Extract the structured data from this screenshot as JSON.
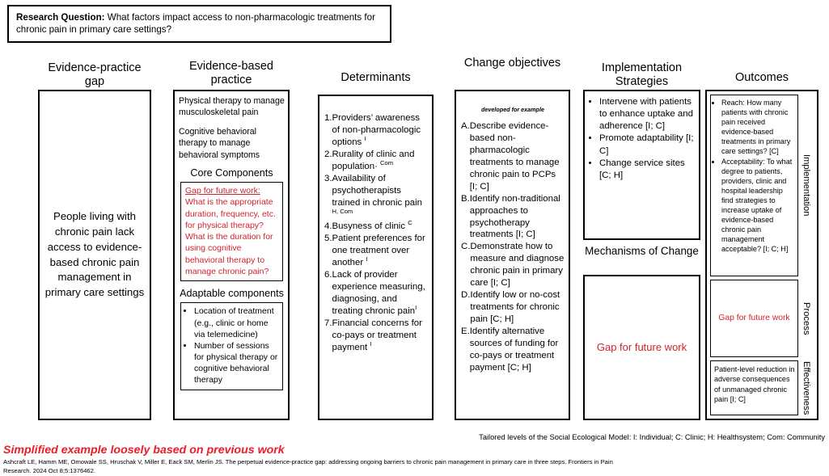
{
  "research_question": {
    "label": "Research Question:",
    "text": " What factors impact access to non-pharmacologic treatments for chronic pain in primary care settings?"
  },
  "columns": {
    "evidence_practice_gap": {
      "heading": "Evidence-practice gap",
      "statement": "People living with chronic pain lack access to evidence-based chronic pain management in primary care settings"
    },
    "evidence_based_practice": {
      "heading": "Evidence-based practice",
      "practices": [
        "Physical therapy to manage musculoskeletal pain",
        "Cognitive behavioral therapy to manage behavioral symptoms"
      ],
      "core_components_heading": "Core Components",
      "core_components_gap_label": "Gap for future work:",
      "core_components_gap_text": "What is the appropriate duration, frequency, etc. for physical therapy? What is the duration for using cognitive behavioral therapy to manage chronic pain?",
      "adaptable_heading": "Adaptable components",
      "adaptable_items": [
        "Location of treatment (e.g., clinic or home via telemedicine)",
        "Number of sessions for physical therapy or cognitive behavioral therapy"
      ]
    },
    "determinants": {
      "heading": "Determinants",
      "items": [
        {
          "n": "1.",
          "text": "Providers’ awareness of non-pharmacologic options ",
          "sup": "I"
        },
        {
          "n": "2.",
          "text": "Rurality of clinic and population· ",
          "sup": "Com"
        },
        {
          "n": "3.",
          "text": "Availability of psychotherapists trained in chronic pain ",
          "sup": "H, Com"
        },
        {
          "n": "4.",
          "text": "Busyness of clinic ",
          "sup": "C"
        },
        {
          "n": "5.",
          "text": "Patient preferences for one treatment over another ",
          "sup": "I"
        },
        {
          "n": "6.",
          "text": "Lack of provider experience measuring, diagnosing, and treating chronic pain",
          "sup": "I"
        },
        {
          "n": "7.",
          "text": "Financial concerns for co-pays or treatment payment ",
          "sup": "I"
        }
      ]
    },
    "change_objectives": {
      "heading": "Change objectives",
      "note": "developed for example",
      "items": [
        {
          "n": "A.",
          "text": "Describe evidence-based non-pharmacologic treatments to manage chronic pain to PCPs [I; C]"
        },
        {
          "n": "B.",
          "text": "Identify non-traditional approaches to psychotherapy treatments [I; C]"
        },
        {
          "n": "C.",
          "text": "Demonstrate how to measure and diagnose chronic pain in primary care [I; C]"
        },
        {
          "n": "D.",
          "text": "Identify low or no-cost treatments for chronic pain [C; H]"
        },
        {
          "n": "E.",
          "text": "Identify alternative sources of funding for co-pays or treatment payment [C; H]"
        }
      ]
    },
    "implementation_strategies": {
      "heading": "Implementation Strategies",
      "items": [
        "Intervene with patients to enhance uptake and adherence [I; C]",
        "Promote adaptability [I; C]",
        "Change service sites [C; H]"
      ],
      "mechanisms_heading": "Mechanisms of Change",
      "mechanisms_gap": "Gap for future work"
    },
    "outcomes": {
      "heading": "Outcomes",
      "implementation_items": [
        "Reach: How many patients with chronic pain received evidence-based treatments in primary care settings? [C]",
        "Acceptability:  To what degree to patients, providers, clinic and hospital leadership find strategies to increase uptake of evidence-based chronic pain management acceptable? [I; C; H]"
      ],
      "process_gap": "Gap for future work",
      "effectiveness_text": "Patient-level reduction in adverse consequences of unmanaged chronic pain [I; C]",
      "side_labels": {
        "implementation": "Implementation",
        "process": "Process",
        "effectiveness": "Effectiveness"
      }
    }
  },
  "footer": {
    "tailored_levels": "Tailored levels of the Social Ecological Model: I: Individual; C: Clinic; H: Healthsystem; Com: Community",
    "simplified_note": "Simplified example loosely based on previous work",
    "citation": "Ashcraft LE, Hamm ME, Omowale SS, Hruschak V, Miller E, Eack SM, Merlin JS. The perpetual evidence-practice gap: addressing ongoing barriers to chronic pain management in primary care in three steps. Frontiers in Pain Research. 2024 Oct 8;5:1376462."
  },
  "colors": {
    "gap_red": "#d0232b",
    "note_red": "#ee1c25",
    "border": "#000000"
  }
}
